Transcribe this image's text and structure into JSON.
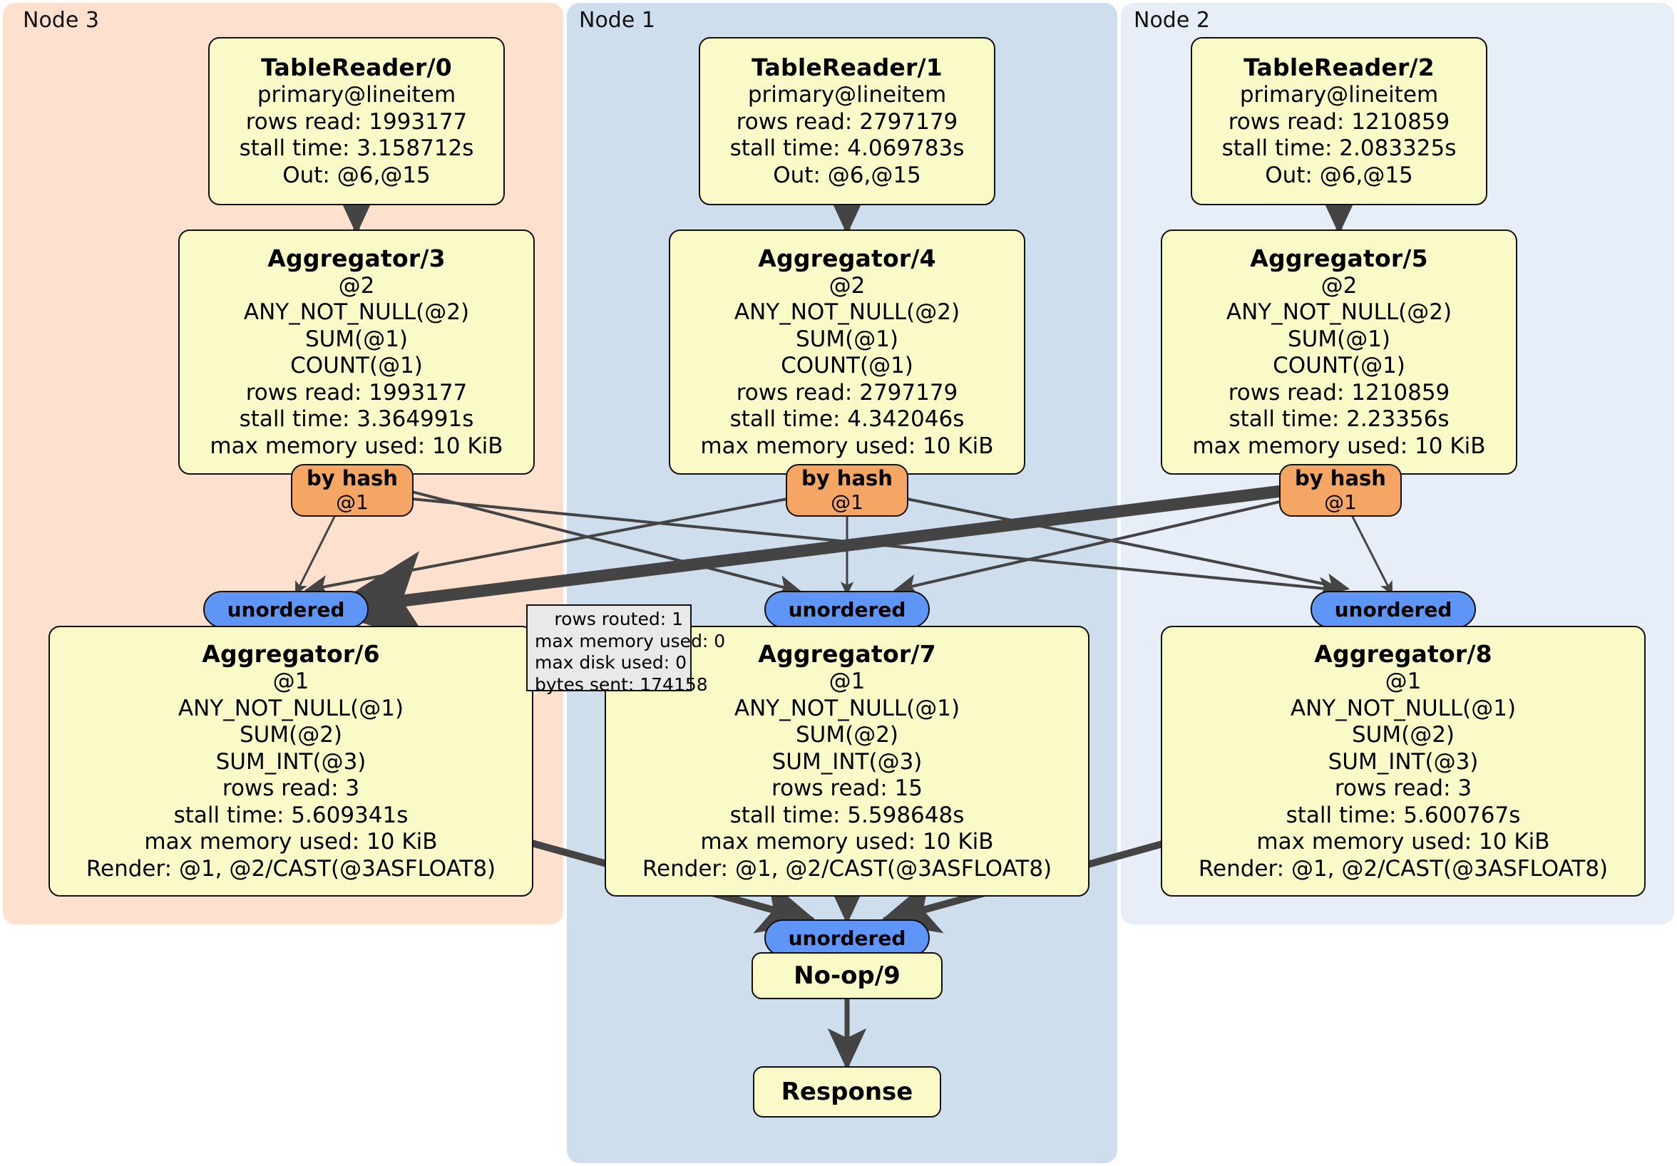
{
  "diagram": {
    "type": "distributed-query-execution-plan",
    "colors": {
      "node3_panel": "#FDE1CE",
      "node1_panel": "#CFDEEC",
      "node2_panel": "#E8EEF7",
      "operator_fill": "#FAFAC8",
      "hash_router_fill": "#F5A564",
      "stream_fill": "#5E95F7",
      "stat_box_fill": "#E9E9E9",
      "edge_stroke": "#444444",
      "border": "#111111"
    }
  },
  "clusters": [
    {
      "id": "node3",
      "label": "Node 3"
    },
    {
      "id": "node1",
      "label": "Node 1"
    },
    {
      "id": "node2",
      "label": "Node 2"
    }
  ],
  "table_readers": [
    {
      "title": "TableReader/0",
      "lines": [
        "primary@lineitem",
        "rows read: 1993177",
        "stall time: 3.158712s",
        "Out: @6,@15"
      ],
      "index": "primary@lineitem",
      "rows_read": 1993177,
      "stall_time": "3.158712s",
      "out": "@6,@15"
    },
    {
      "title": "TableReader/1",
      "lines": [
        "primary@lineitem",
        "rows read: 2797179",
        "stall time: 4.069783s",
        "Out: @6,@15"
      ],
      "index": "primary@lineitem",
      "rows_read": 2797179,
      "stall_time": "4.069783s",
      "out": "@6,@15"
    },
    {
      "title": "TableReader/2",
      "lines": [
        "primary@lineitem",
        "rows read: 1210859",
        "stall time: 2.083325s",
        "Out: @6,@15"
      ],
      "index": "primary@lineitem",
      "rows_read": 1210859,
      "stall_time": "2.083325s",
      "out": "@6,@15"
    }
  ],
  "aggregators_stage1": [
    {
      "title": "Aggregator/3",
      "lines": [
        "@2",
        "ANY_NOT_NULL(@2)",
        "SUM(@1)",
        "COUNT(@1)",
        "rows read: 1993177",
        "stall time: 3.364991s",
        "max memory used: 10 KiB"
      ],
      "group_by": "@2",
      "rows_read": 1993177,
      "stall_time": "3.364991s",
      "max_memory_used": "10 KiB"
    },
    {
      "title": "Aggregator/4",
      "lines": [
        "@2",
        "ANY_NOT_NULL(@2)",
        "SUM(@1)",
        "COUNT(@1)",
        "rows read: 2797179",
        "stall time: 4.342046s",
        "max memory used: 10 KiB"
      ],
      "group_by": "@2",
      "rows_read": 2797179,
      "stall_time": "4.342046s",
      "max_memory_used": "10 KiB"
    },
    {
      "title": "Aggregator/5",
      "lines": [
        "@2",
        "ANY_NOT_NULL(@2)",
        "SUM(@1)",
        "COUNT(@1)",
        "rows read: 1210859",
        "stall time: 2.23356s",
        "max memory used: 10 KiB"
      ],
      "group_by": "@2",
      "rows_read": 1210859,
      "stall_time": "2.23356s",
      "max_memory_used": "10 KiB"
    }
  ],
  "aggregators_stage2": [
    {
      "title": "Aggregator/6",
      "lines": [
        "@1",
        "ANY_NOT_NULL(@1)",
        "SUM(@2)",
        "SUM_INT(@3)",
        "rows read: 3",
        "stall time: 5.609341s",
        "max memory used: 10 KiB",
        "Render: @1, @2/CAST(@3ASFLOAT8)"
      ],
      "group_by": "@1",
      "rows_read": 3,
      "stall_time": "5.609341s",
      "max_memory_used": "10 KiB",
      "render": "Render: @1, @2/CAST(@3ASFLOAT8)"
    },
    {
      "title": "Aggregator/7",
      "lines": [
        "@1",
        "ANY_NOT_NULL(@1)",
        "SUM(@2)",
        "SUM_INT(@3)",
        "rows read: 15",
        "stall time: 5.598648s",
        "max memory used: 10 KiB",
        "Render: @1, @2/CAST(@3ASFLOAT8)"
      ],
      "group_by": "@1",
      "rows_read": 15,
      "stall_time": "5.598648s",
      "max_memory_used": "10 KiB",
      "render": "Render: @1, @2/CAST(@3ASFLOAT8)"
    },
    {
      "title": "Aggregator/8",
      "lines": [
        "@1",
        "ANY_NOT_NULL(@1)",
        "SUM(@2)",
        "SUM_INT(@3)",
        "rows read: 3",
        "stall time: 5.600767s",
        "max memory used: 10 KiB",
        "Render: @1, @2/CAST(@3ASFLOAT8)"
      ],
      "group_by": "@1",
      "rows_read": 3,
      "stall_time": "5.600767s",
      "max_memory_used": "10 KiB",
      "render": "Render: @1, @2/CAST(@3ASFLOAT8)"
    }
  ],
  "hash_routers": [
    {
      "label": "by hash",
      "column": "@1"
    },
    {
      "label": "by hash",
      "column": "@1"
    },
    {
      "label": "by hash",
      "column": "@1"
    }
  ],
  "stream_labels": {
    "unordered": "unordered"
  },
  "stat_box": {
    "lines": [
      "rows routed: 1",
      "max memory used: 0",
      "max disk used: 0",
      "bytes sent: 174158"
    ],
    "rows_routed": 1,
    "max_memory_used": 0,
    "max_disk_used": 0,
    "bytes_sent": 174158
  },
  "final_nodes": {
    "noop": "No-op/9",
    "response": "Response"
  }
}
